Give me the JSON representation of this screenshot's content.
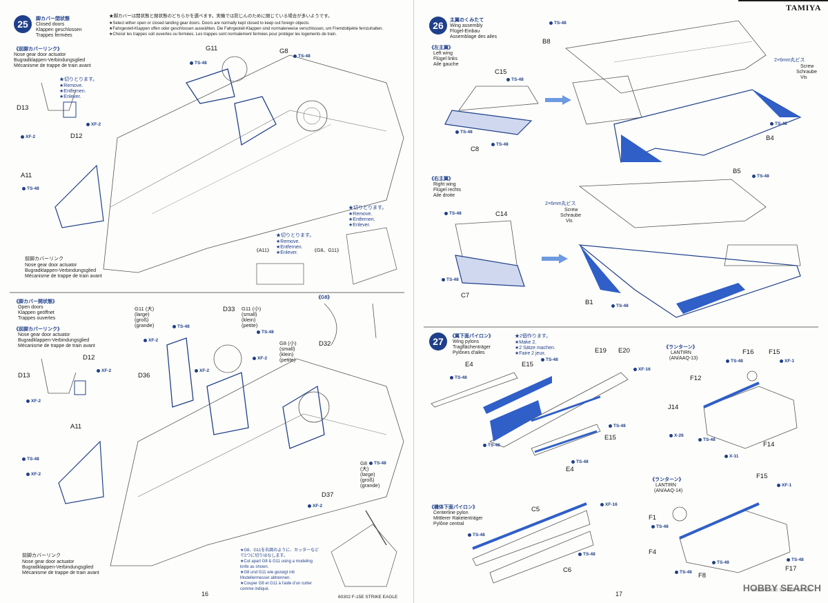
{
  "brand": "TAMIYA",
  "footer": {
    "left_model": "60302 F-15E STRIKE EAGLE",
    "right_model": "60302 F-15E STRIKE EAGLE",
    "page_left": "16",
    "page_right": "17"
  },
  "watermark": {
    "text": "HOBBY SEARCH"
  },
  "paint": {
    "blue": "#1f3f8a",
    "accent": "#2f5fc7"
  },
  "step25": {
    "number": "25",
    "title_jp": "脚カバー閉状態",
    "title_en": "Closed doors",
    "title_de": "Klappen geschlossen",
    "title_fr": "Trappes fermées",
    "note_jp": "★脚カバーは開状態と閉状態のどちらかを選べます。実機では防じんのために閉じている場合が多いようです。",
    "note_en": "★Select either open or closed landing gear doors. Doors are normally kept closed to keep out foreign objects.",
    "note_de": "★Fahrgestell-Klappen offen oder geschlossen auswählen. Die Fahrgestell-Klappen sind normalerweise verschlossen, um Fremdobjekte fernzuhalten.",
    "note_fr": "★Choisir les trappes soit ouvertes ou fermées. Les trappes sont normalement fermées pour protéger les logements de train.",
    "sub_jp": "《前脚カバーリンク》",
    "sub_en": "Nose gear door actuator",
    "sub_de": "Bugradklappen-Verbindungsglied",
    "sub_fr": "Mécanisme de trappe de train avant",
    "cut_jp": "★切りとります。",
    "cut_en": "★Remove.",
    "cut_de": "★Entfernen.",
    "cut_fr": "★Enlever.",
    "labels": [
      "D13",
      "D12",
      "A11",
      "G11",
      "G8"
    ],
    "paints": [
      "XF-2",
      "XF-2",
      "TS-48",
      "TS-48",
      "TS-48"
    ],
    "inset_a11": "《A11》",
    "inset_g8g11": "《G8、G11》",
    "cut2_jp": "★切りとります。",
    "cut2_en": "★Remove.",
    "cut2_de": "★Entfernen.",
    "cut2_fr": "★Enlever.",
    "bottom_jp": "前脚カバーリンク",
    "bottom_en": "Nose gear door actuator",
    "bottom_de": "Bugradklappen-Verbindungsglied",
    "bottom_fr": "Mécanisme de trappe de train avant"
  },
  "step25b": {
    "title_jp": "《脚カバー開状態》",
    "title_en": "Open doors",
    "title_de": "Klappen geöffnet",
    "title_fr": "Trappes ouvertes",
    "sub_jp": "《前脚カバーリンク》",
    "sub_en": "Nose gear door actuator",
    "sub_de": "Bugradklappen-Verbindungsglied",
    "sub_fr": "Mécanisme de trappe de train avant",
    "g8_inset": "《G8》",
    "g11_large": "G11 (大)\n(large)\n(groß)\n(grande)",
    "g11_small": "G11 (小)\n(small)\n(klein)\n(petite)",
    "g8_small": "G8 (小)\n(small)\n(klein)\n(petite)",
    "g8_large": "G8\n(大)\n(large)\n(groß)\n(grande)",
    "labels": [
      "D12",
      "D13",
      "D36",
      "D33",
      "D32",
      "A11",
      "D37"
    ],
    "paints": [
      "XF-2",
      "XF-2",
      "TS-48",
      "XF-2",
      "XF-2",
      "TS-48",
      "XF-2",
      "TS-48",
      "XF-2",
      "TS-48",
      "XF-2"
    ],
    "bottom_jp": "前脚カバーリンク",
    "bottom_en": "Nose gear door actuator",
    "bottom_de": "Bugradklappen-Verbindungsglied",
    "bottom_fr": "Mécanisme de trappe de train avant",
    "cut_note": "★G8、G11を右図のように、カッターなどで2つに切りはなします。\n★Cut apart G8 & G11 using a modeling knife as shown.\n★G8 und G11 wie gezeigt mit Modellermesser abtrennen.\n★Couper G8 et G11 à l'aide d'un cutter comme indiqué."
  },
  "step26": {
    "number": "26",
    "title_jp": "主翼のくみたて",
    "title_en": "Wing assembly",
    "title_de": "Flügel-Einbau",
    "title_fr": "Assemblage des ailes",
    "left_jp": "《左主翼》",
    "left_en": "Left wing",
    "left_de": "Flügel links",
    "left_fr": "Aile gauche",
    "right_jp": "《右主翼》",
    "right_en": "Right wing",
    "right_de": "Flügel rechts",
    "right_fr": "Aile droite",
    "screw1": "2×6mm丸ビス",
    "screw_en": "Screw",
    "screw_de": "Schraube",
    "screw_fr": "Vis",
    "labels": [
      "B8",
      "C15",
      "C8",
      "B4",
      "B5",
      "C14",
      "C7",
      "B1"
    ],
    "paints": [
      "TS-48",
      "TS-48",
      "TS-48",
      "TS-48",
      "TS-48",
      "TS-48",
      "TS-48",
      "TS-48",
      "TS-48"
    ]
  },
  "step27": {
    "number": "27",
    "title_jp": "《翼下面パイロン》",
    "title_en": "Wing pylons",
    "title_de": "Tragflächenträger",
    "title_fr": "Pylônes d'ailes",
    "make_jp": "★2個作ります。",
    "make_en": "★Make 2.",
    "make_de": "★2 Sätze machen.",
    "make_fr": "★Faire 2 jeux.",
    "pylon_labels": [
      "E4",
      "E15",
      "E19",
      "E20",
      "E15",
      "E4"
    ],
    "pylon_paints": [
      "TS-48",
      "TS-48",
      "XF-16",
      "TS-48",
      "TS-48",
      "TS-48"
    ],
    "center_jp": "《機体下面パイロン》",
    "center_en": "Centerline pylon",
    "center_de": "Mittlerer Raketenträger",
    "center_fr": "Pylône central",
    "center_labels": [
      "C5",
      "C6"
    ],
    "center_paints": [
      "XF-16",
      "TS-48",
      "TS-48"
    ],
    "lantirn1_jp": "《ランターン》",
    "lantirn1_en": "LANTIRN",
    "lantirn1_sub": "(AN/AAQ-13)",
    "lantirn1_labels": [
      "F16",
      "F15",
      "F12",
      "J14",
      "F14"
    ],
    "lantirn1_paints": [
      "TS-48",
      "XF-1",
      "X-26",
      "TS-48",
      "X-11"
    ],
    "lantirn2_jp": "《ランターン》",
    "lantirn2_en": "LANTIRN",
    "lantirn2_sub": "(AN/AAQ-14)",
    "lantirn2_labels": [
      "F15",
      "F1",
      "F4",
      "F8",
      "F17"
    ],
    "lantirn2_paints": [
      "XF-1",
      "TS-48",
      "TS-48",
      "TS-48",
      "TS-48"
    ]
  }
}
